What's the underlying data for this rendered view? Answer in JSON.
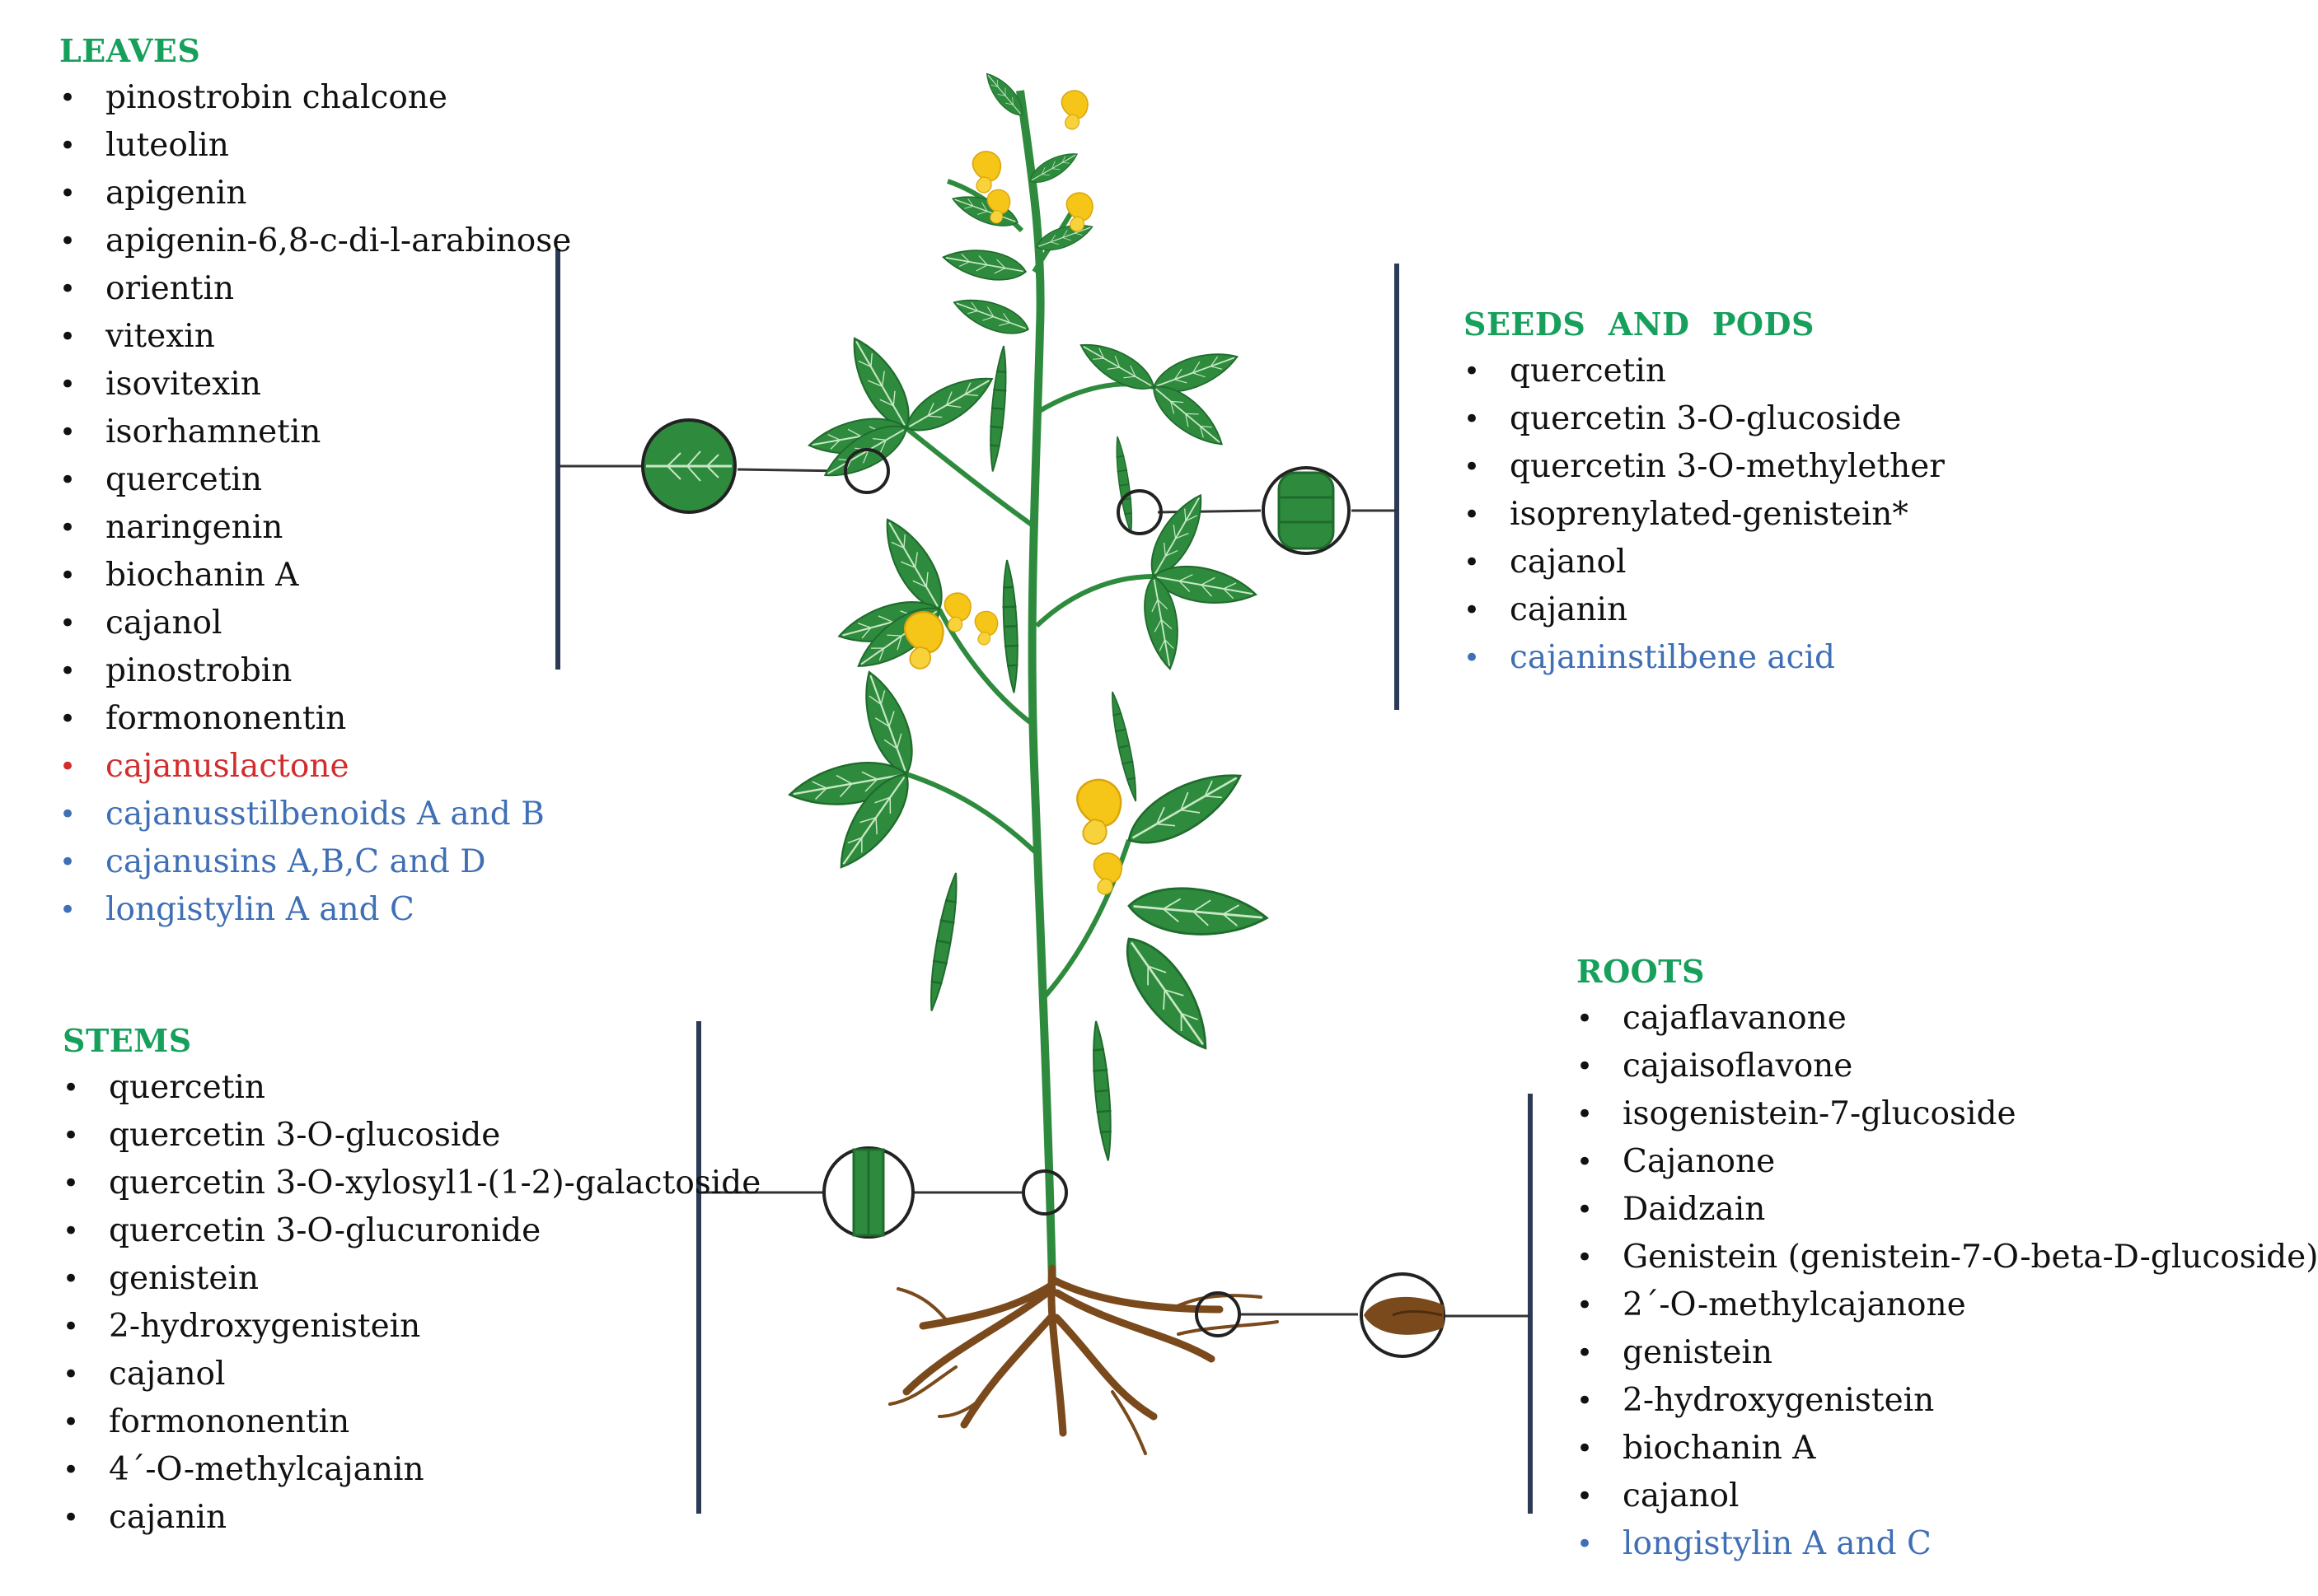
{
  "panels": {
    "leaves": {
      "title": "LEAVES",
      "items": [
        {
          "text": "pinostrobin chalcone",
          "tone": "black"
        },
        {
          "text": "luteolin",
          "tone": "black"
        },
        {
          "text": "apigenin",
          "tone": "black"
        },
        {
          "text": "apigenin-6,8-c-di-l-arabinose",
          "tone": "black"
        },
        {
          "text": "orientin",
          "tone": "black"
        },
        {
          "text": "vitexin",
          "tone": "black"
        },
        {
          "text": "isovitexin",
          "tone": "black"
        },
        {
          "text": "isorhamnetin",
          "tone": "black"
        },
        {
          "text": "quercetin",
          "tone": "black"
        },
        {
          "text": "naringenin",
          "tone": "black"
        },
        {
          "text": "biochanin A",
          "tone": "black"
        },
        {
          "text": "cajanol",
          "tone": "black"
        },
        {
          "text": "pinostrobin",
          "tone": "black"
        },
        {
          "text": "formononentin",
          "tone": "black"
        },
        {
          "text": "cajanuslactone",
          "tone": "red"
        },
        {
          "text": "cajanusstilbenoids A and B",
          "tone": "blue"
        },
        {
          "text": "cajanusins A,B,C and D",
          "tone": "blue"
        },
        {
          "text": "longistylin A and C",
          "tone": "blue"
        }
      ]
    },
    "seeds": {
      "title": "SEEDS  AND  PODS",
      "items": [
        {
          "text": "quercetin",
          "tone": "black"
        },
        {
          "text": "quercetin 3-O-glucoside",
          "tone": "black"
        },
        {
          "text": "quercetin 3-O-methylether",
          "tone": "black"
        },
        {
          "text": "isoprenylated-genistein*",
          "tone": "black"
        },
        {
          "text": "cajanol",
          "tone": "black"
        },
        {
          "text": "cajanin",
          "tone": "black"
        },
        {
          "text": "cajaninstilbene acid",
          "tone": "blue"
        }
      ]
    },
    "stems": {
      "title": "STEMS",
      "items": [
        {
          "text": "quercetin",
          "tone": "black"
        },
        {
          "text": "quercetin 3-O-glucoside",
          "tone": "black"
        },
        {
          "text": "quercetin 3-O-xylosyl1-(1-2)-galactoside",
          "tone": "black"
        },
        {
          "text": "quercetin 3-O-glucuronide",
          "tone": "black"
        },
        {
          "text": "genistein",
          "tone": "black"
        },
        {
          "text": "2-hydroxygenistein",
          "tone": "black"
        },
        {
          "text": "cajanol",
          "tone": "black"
        },
        {
          "text": "formononentin",
          "tone": "black"
        },
        {
          "text": "4´-O-methylcajanin",
          "tone": "black"
        },
        {
          "text": "cajanin",
          "tone": "black"
        }
      ]
    },
    "roots": {
      "title": "ROOTS",
      "items": [
        {
          "text": "cajaflavanone",
          "tone": "black"
        },
        {
          "text": "cajaisoflavone",
          "tone": "black"
        },
        {
          "text": "isogenistein-7-glucoside",
          "tone": "black"
        },
        {
          "text": "Cajanone",
          "tone": "black"
        },
        {
          "text": "Daidzain",
          "tone": "black"
        },
        {
          "text": "Genistein (genistein-7-O-beta-D-glucoside)",
          "tone": "black"
        },
        {
          "text": "2´-O-methylcajanone",
          "tone": "black"
        },
        {
          "text": "genistein",
          "tone": "black"
        },
        {
          "text": "2-hydroxygenistein",
          "tone": "black"
        },
        {
          "text": "biochanin A",
          "tone": "black"
        },
        {
          "text": "cajanol",
          "tone": "black"
        },
        {
          "text": "longistylin A and C",
          "tone": "blue"
        }
      ]
    }
  },
  "colors": {
    "heading": "#16a05c",
    "leaf": "#2e8b3e",
    "leaf_dark": "#1f6b2c",
    "flower": "#f5c518",
    "root": "#7a4a1c",
    "bracket": "#2b3a55"
  }
}
